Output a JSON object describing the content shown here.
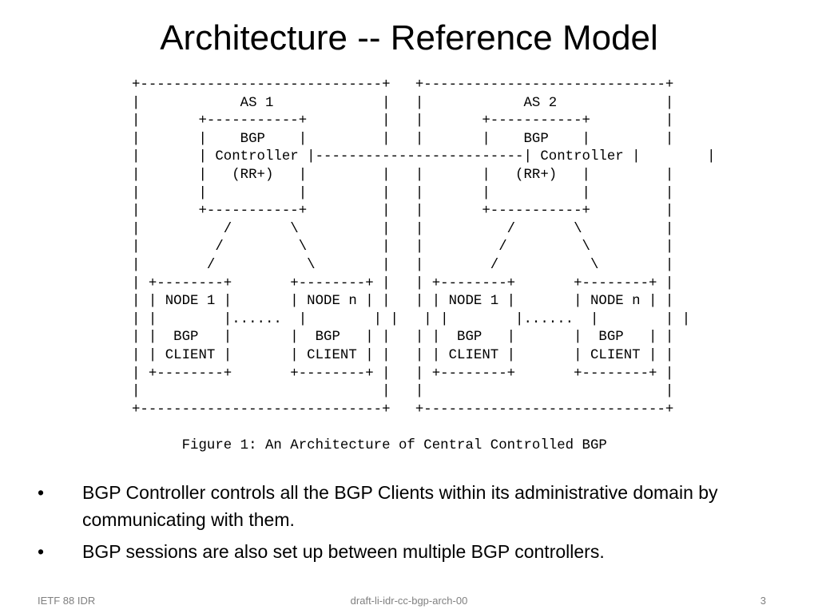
{
  "slide": {
    "title": "Architecture -- Reference Model"
  },
  "figure": {
    "ascii": "+-----------------------------+   +-----------------------------+\n|            AS 1             |   |            AS 2             |\n|       +-----------+         |   |       +-----------+         |\n|       |    BGP    |         |   |       |    BGP    |         |\n|       | Controller |-------------------------| Controller |        |\n|       |   (RR+)   |         |   |       |   (RR+)   |         |\n|       |           |         |   |       |           |         |\n|       +-----------+         |   |       +-----------+         |\n|          /       \\          |   |          /       \\          |\n|         /         \\         |   |         /         \\         |\n|        /           \\        |   |        /           \\        |\n| +--------+       +--------+ |   | +--------+       +--------+ |\n| | NODE 1 |       | NODE n | |   | | NODE 1 |       | NODE n | |\n| |        |......  |        | |   | |        |......  |        | |\n| |  BGP   |       |  BGP   | |   | |  BGP   |       |  BGP   | |\n| | CLIENT |       | CLIENT | |   | | CLIENT |       | CLIENT | |\n| +--------+       +--------+ |   | +--------+       +--------+ |\n|                             |   |                             |\n+-----------------------------+   +-----------------------------+\n\n      Figure 1: An Architecture of Central Controlled BGP"
  },
  "bullets": [
    {
      "mark": "•",
      "text": "BGP Controller controls all the BGP Clients within its administrative domain by communicating with them."
    },
    {
      "mark": "•",
      "text": "BGP sessions are also set up between multiple BGP controllers."
    }
  ],
  "footer": {
    "left": "IETF 88 IDR",
    "center": "draft-li-idr-cc-bgp-arch-00",
    "right": "3"
  }
}
